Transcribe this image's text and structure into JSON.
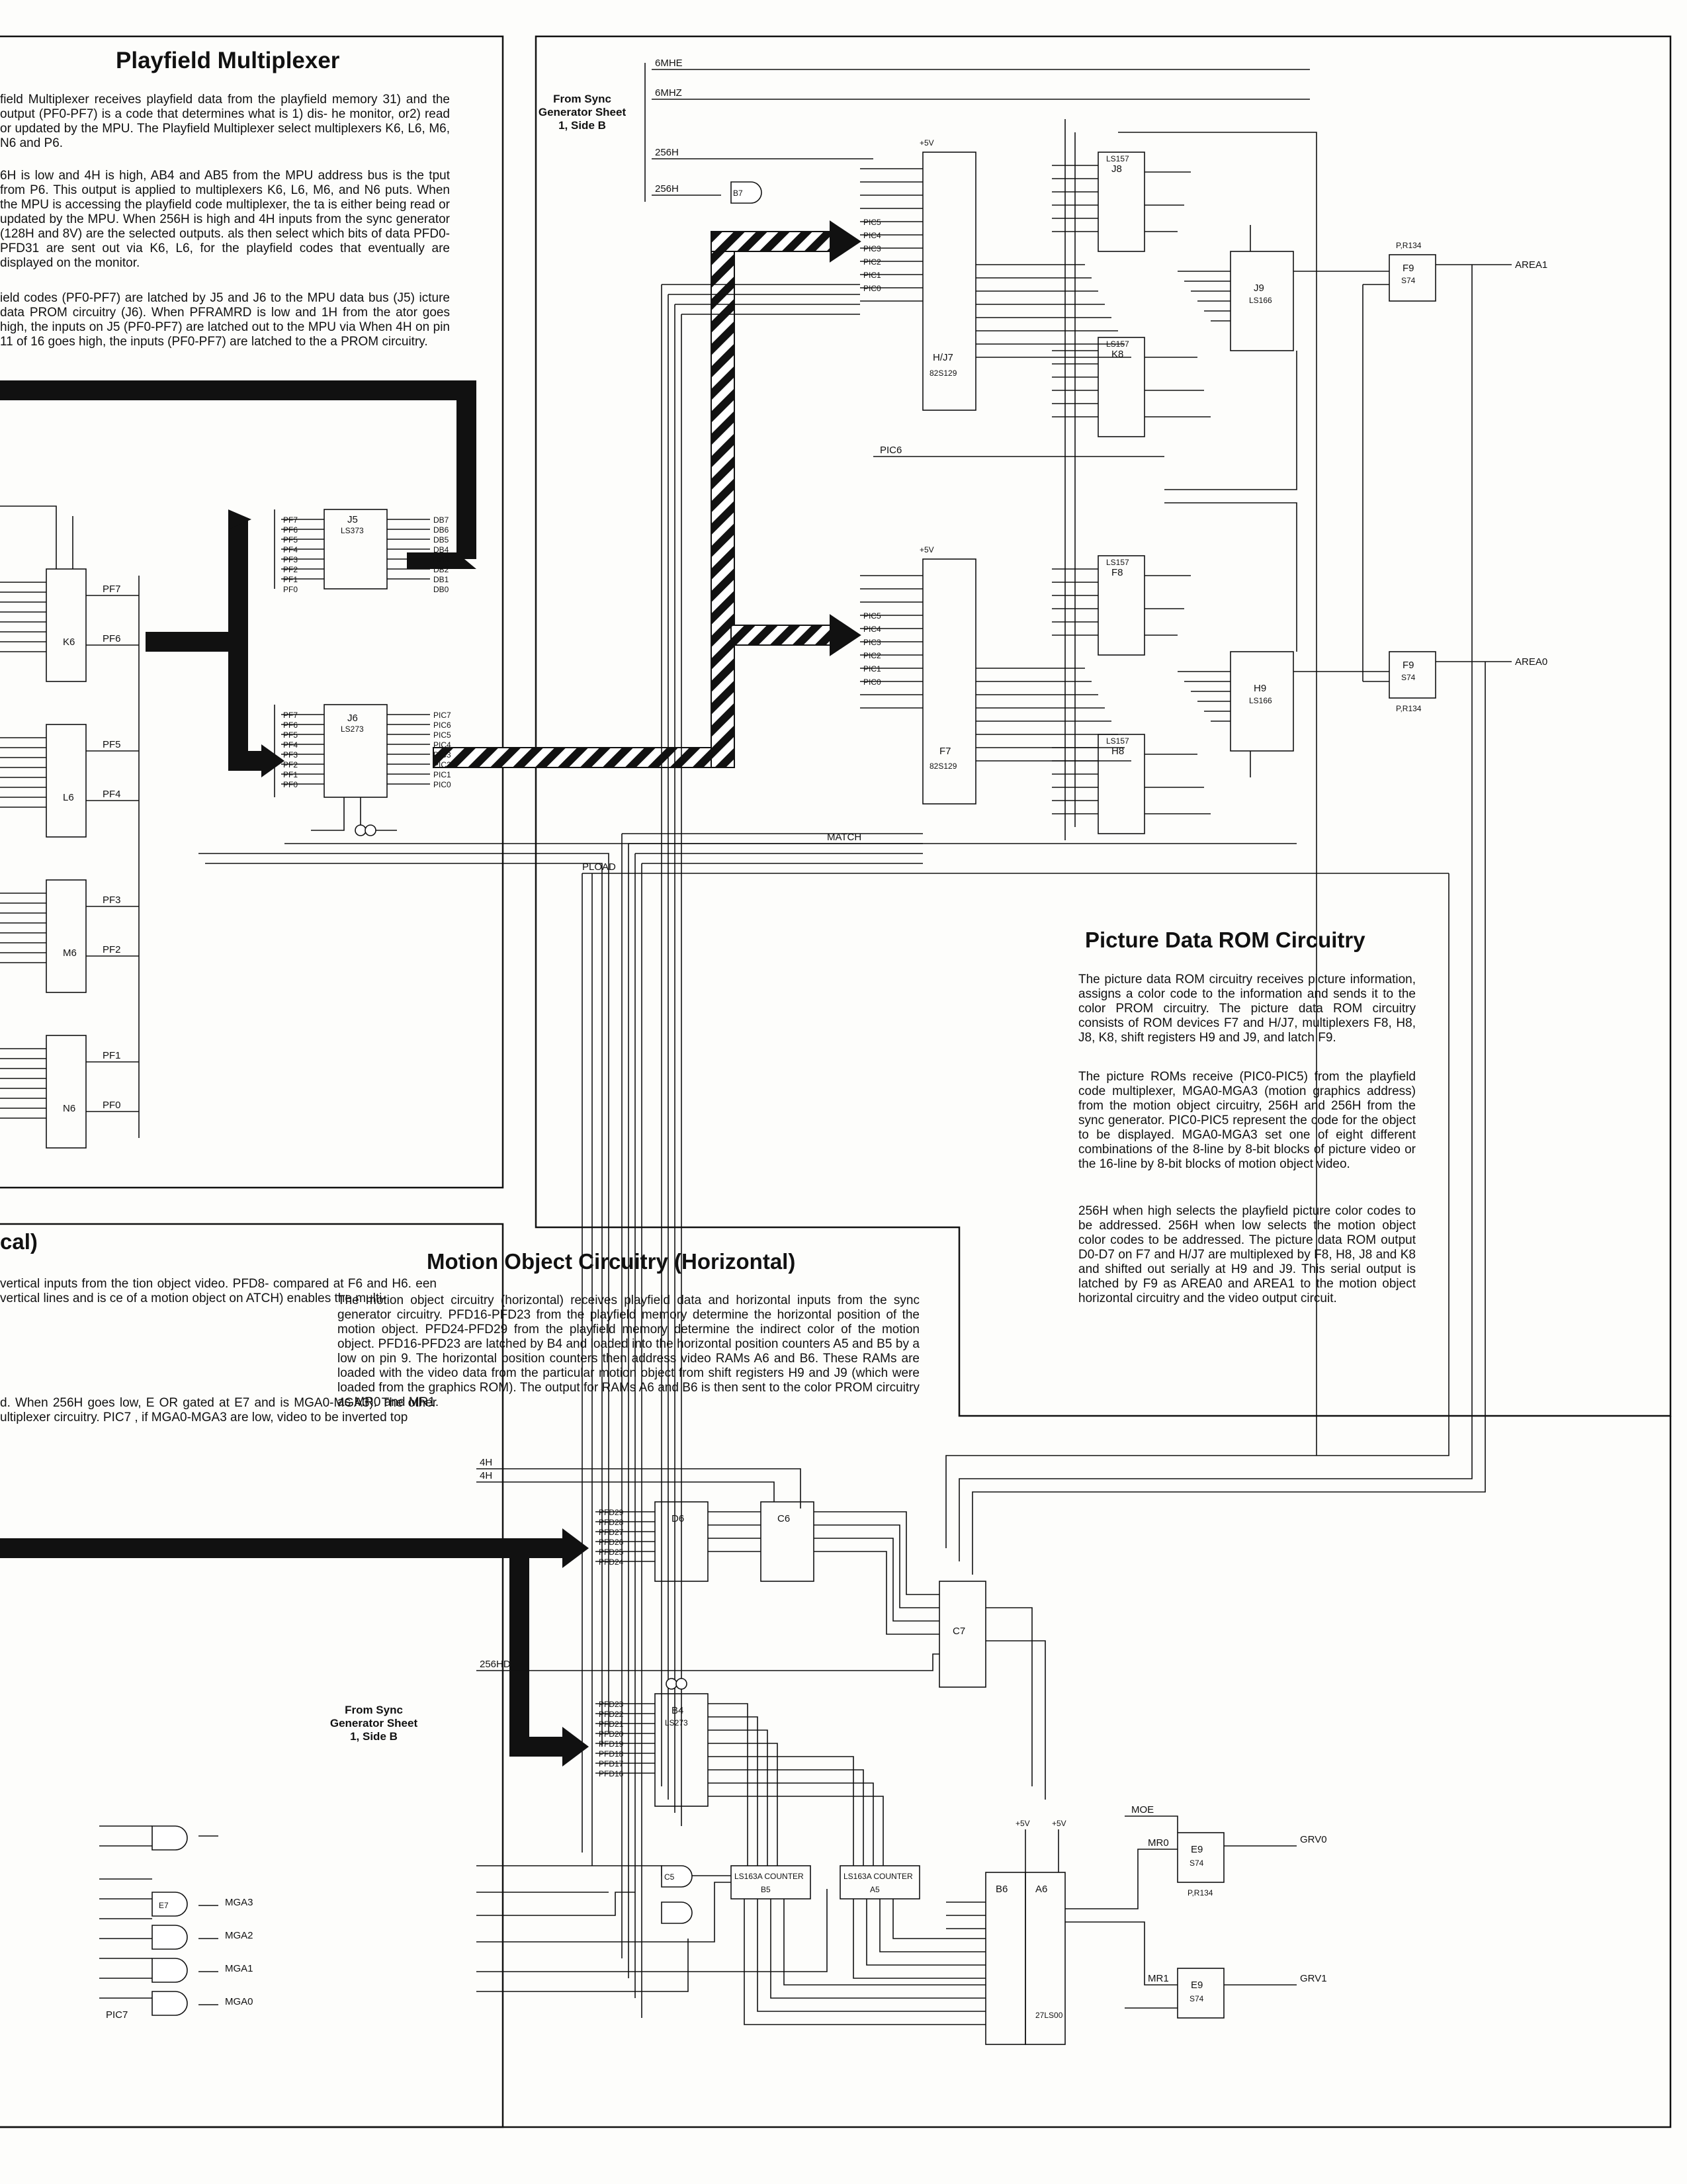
{
  "sections": {
    "playfield_mux": {
      "title": "Playfield Multiplexer",
      "p1": "field Multiplexer receives playfield data from the playfield memory 31) and the output (PF0-PF7) is a code that determines what is 1) dis- he monitor, or2) read or updated by the MPU. The Playfield Multiplexer select multiplexers K6, L6, M6, N6 and P6.",
      "p2": "6H is low and 4H is high, AB4 and AB5 from the MPU address bus is the tput from P6. This output is applied to multiplexers K6, L6, M6, and N6 puts. When the MPU is accessing the playfield code multiplexer, the ta is either being read or updated by the MPU. When 256H is high and 4H inputs from the sync generator (128H and 8V) are the selected outputs. als then select which bits of data PFD0-PFD31 are sent out via K6, L6, for the playfield codes that eventually are displayed on the monitor.",
      "p3": "ield codes (PF0-PF7) are latched by J5 and J6 to the MPU data bus (J5) icture data PROM circuitry (J6). When PFRAMRD is low and 1H from the ator goes high, the inputs on J5 (PF0-PF7) are latched out to the MPU via When 4H on pin 11 of 16 goes high, the inputs (PF0-PF7) are latched to the a PROM circuitry."
    },
    "picture_rom": {
      "title": "Picture Data ROM Circuitry",
      "p1": "The picture data ROM circuitry receives picture information, assigns a color code to the information and sends it to the color PROM circuitry. The picture data ROM circuitry consists of ROM devices F7 and H/J7, multiplexers F8, H8, J8, K8, shift registers H9 and J9, and latch F9.",
      "p2": "The picture ROMs receive (PIC0-PIC5) from the playfield code multiplexer, MGA0-MGA3 (motion graphics address) from the motion object circuitry, 256H and 256H from the sync generator. PIC0-PIC5 represent the code for the object to be displayed. MGA0-MGA3 set one of eight different combinations of the 8-line by 8-bit blocks of picture video or the 16-line by 8-bit blocks of motion object video.",
      "p3": "256H when high selects the playfield picture color codes to be addressed. 256H when low selects the motion object color codes to be addressed. The picture data ROM output D0-D7 on F7 and H/J7 are multiplexed by F8, H8, J8 and K8 and shifted out serially at H9 and J9. This serial output is latched by F9 as AREA0 and AREA1 to the motion object horizontal circuitry and the video output circuit."
    },
    "motion_vertical": {
      "title": "cal)",
      "p1": "vertical inputs from the tion object video. PFD8- compared at F6 and H6. een vertical lines and is ce of a motion object on ATCH) enables the multi-",
      "p2": "d. When 256H goes low, E OR gated at E7 and is MGA0-MGA3). The other ultiplexer circuitry. PIC7 , if MGA0-MGA3 are low, video to be inverted top"
    },
    "motion_horizontal": {
      "title": "Motion Object Circuitry (Horizontal)",
      "p1": "The motion object circuitry (horizontal) receives playfield data and horizontal inputs from the sync generator circuitry. PFD16-PFD23 from the playfield memory determine the horizontal position of the motion object. PFD24-PFD29 from the playfield memory determine the indirect color of the motion object. PFD16-PFD23 are latched by B4 and loaded into the horizontal position counters A5 and B5 by a low on pin 9. The horizontal position counters then address video RAMs A6 and B6. These RAMs are loaded with the video data from the particular motion object from shift registers H9 and J9 (which were loaded from the graphics ROM). The output for RAMs A6 and B6 is then sent to the color PROM circuitry as MR0 and MR1."
    }
  },
  "side_labels": {
    "top": "From Sync Generator Sheet 1, Side B",
    "bottom": "From Sync Generator Sheet 1, Side B"
  },
  "chips": {
    "hj7": "H/J7",
    "hj7_type": "82S129",
    "f7": "F7",
    "f7_type": "82S129",
    "j8": "J8",
    "k8": "K8",
    "f8": "F8",
    "h8": "H8",
    "mux_type": "LS157",
    "j9": "J9",
    "h9": "H9",
    "sr_type": "LS166",
    "f9a": "F9",
    "f9b": "F9",
    "ff_type": "S74",
    "j5": "J5",
    "j5_type": "LS373",
    "j6": "J6",
    "j6_type": "LS273",
    "k6": "K6",
    "l6": "L6",
    "m6": "M6",
    "n6": "N6",
    "d6": "D6",
    "c6": "C6",
    "c7": "C7",
    "b4": "B4",
    "b4_type": "LS273",
    "b5": "B5",
    "a5": "A5",
    "b6": "B6",
    "a6": "A6",
    "ram_type": "27LS00",
    "e9a": "E9",
    "e9b": "E9",
    "counter": "LS163A COUNTER",
    "e7": "E7",
    "c5": "C5",
    "b7": "B7"
  },
  "signals": {
    "sixmhe": "6MHE",
    "sixmhz": "6MHZ",
    "h256": "256H",
    "h256b": "256H",
    "area1": "AREA1",
    "area0": "AREA0",
    "pic6": "PIC6",
    "match": "MATCH",
    "pload": "PLOAD",
    "grv0": "GRV0",
    "grv1": "GRV1",
    "mr0": "MR0",
    "mr1": "MR1",
    "moe": "MOE",
    "h4": "4H",
    "h4b": "4H",
    "h256hd": "256HD",
    "p5v": "+5V",
    "prio": "P,R134",
    "mga3": "MGA3",
    "mga2": "MGA2",
    "mga1": "MGA1",
    "mga0": "MGA0",
    "pic7": "PIC7",
    "pf7": "PF7",
    "pf6": "PF6",
    "pf5": "PF5",
    "pf4": "PF4",
    "pf3": "PF3",
    "pf2": "PF2",
    "pf1": "PF1",
    "pf0": "PF0",
    "pfd_b4": [
      "PFD23",
      "PFD22",
      "PFD21",
      "PFD20",
      "PFD19",
      "PFD18",
      "PFD17",
      "PFD16"
    ],
    "pfd_d6": [
      "PFD29",
      "PFD28",
      "PFD27",
      "PFD26",
      "PFD25",
      "PFD24"
    ],
    "pic_in": [
      "PIC5",
      "PIC4",
      "PIC3",
      "PIC2",
      "PIC1",
      "PIC0"
    ],
    "db": [
      "DB7",
      "DB6",
      "DB5",
      "DB4",
      "DB3",
      "DB2",
      "DB1",
      "DB0"
    ],
    "picout": [
      "PIC7",
      "PIC6",
      "PIC5",
      "PIC4",
      "PIC3",
      "PIC2",
      "PIC1",
      "PIC0"
    ],
    "pfin": [
      "PF7",
      "PF6",
      "PF5",
      "PF4",
      "PF3",
      "PF2",
      "PF1",
      "PF0"
    ]
  }
}
